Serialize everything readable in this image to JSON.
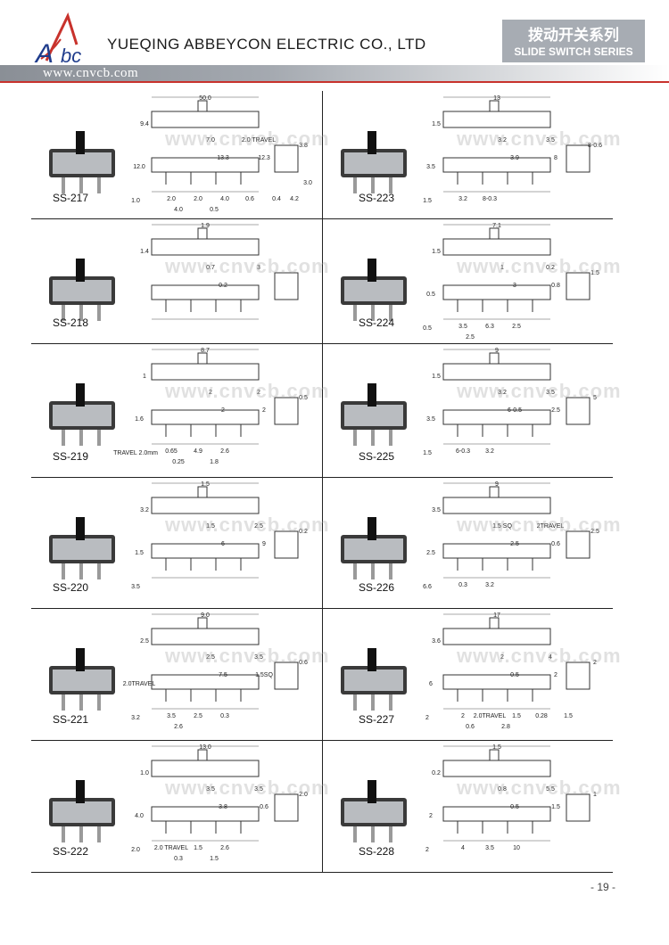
{
  "header": {
    "company": "YUEQING ABBEYCON ELECTRIC CO., LTD",
    "series_cn": "拨动开关系列",
    "series_en": "SLIDE SWITCH SERIES",
    "website": "www.cnvcb.com",
    "colors": {
      "accent_red": "#c8322c",
      "bar_gray": "#a7acb3",
      "logo_blue": "#1f3c8c"
    }
  },
  "watermark": "www.cnvcb.com",
  "products": [
    {
      "model": "SS-217",
      "dims": [
        "50.0",
        "9.4",
        "7.0",
        "2.0 TRAVEL",
        "13.3",
        "12.3",
        "3.8",
        "12.0",
        "1.0",
        "2.0",
        "2.0",
        "4.0",
        "4.0",
        "0.5",
        "0.6",
        "0.4",
        "4.2",
        "3.0"
      ]
    },
    {
      "model": "SS-223",
      "dims": [
        "13",
        "1.5",
        "3.2",
        "3.5",
        "3.9",
        "8",
        "8-0.6",
        "3.5",
        "1.5",
        "3.2",
        "8-0.3"
      ]
    },
    {
      "model": "SS-218",
      "dims": [
        "1.9",
        "1.4",
        "0.7",
        "3",
        "0.2"
      ]
    },
    {
      "model": "SS-224",
      "dims": [
        "7.1",
        "1.5",
        "1",
        "0.2",
        "3",
        "0.8",
        "1.5",
        "0.5",
        "0.5",
        "3.5",
        "6.3",
        "2.5",
        "2.5"
      ]
    },
    {
      "model": "SS-219",
      "dims": [
        "8.7",
        "1",
        "2",
        "2",
        "2",
        "2",
        "0.5",
        "1.6",
        "TRAVEL 2.0mm",
        "0.65",
        "4.9",
        "2.6",
        "0.25",
        "1.8"
      ]
    },
    {
      "model": "SS-225",
      "dims": [
        "9",
        "1.5",
        "3.2",
        "3.5",
        "6-0.5",
        "2.5",
        "5",
        "3.5",
        "1.5",
        "6-0.3",
        "3.2"
      ]
    },
    {
      "model": "SS-220",
      "dims": [
        "1.5",
        "3.2",
        "1.5",
        "2.5",
        "6",
        "9",
        "0.2",
        "1.5",
        "3.5"
      ]
    },
    {
      "model": "SS-226",
      "dims": [
        "9",
        "3.5",
        "1.5 SQ",
        "2TRAVEL",
        "2.5",
        "0.6",
        "2.5",
        "2.5",
        "6.6",
        "0.3",
        "3.2"
      ]
    },
    {
      "model": "SS-221",
      "dims": [
        "9.0",
        "2.5",
        "2.5",
        "3.5",
        "7.5",
        "1.5SQ",
        "0.6",
        "2.0TRAVEL",
        "3.2",
        "3.5",
        "2.5",
        "0.3",
        "2.6"
      ]
    },
    {
      "model": "SS-227",
      "dims": [
        "17",
        "3.6",
        "2",
        "4",
        "0.5",
        "2",
        "2",
        "6",
        "2",
        "2",
        "2.0TRAVEL",
        "1.5",
        "0.6",
        "2.8",
        "0.28",
        "1.5"
      ]
    },
    {
      "model": "SS-222",
      "dims": [
        "13.0",
        "1.0",
        "3.5",
        "3.5",
        "3.8",
        "0.6",
        "2.0",
        "4.0",
        "2.0",
        "2.0 TRAVEL",
        "1.5",
        "2.6",
        "0.3",
        "1.5"
      ]
    },
    {
      "model": "SS-228",
      "dims": [
        "1.5",
        "0.2",
        "0.8",
        "5.5",
        "0.5",
        "1.5",
        "1",
        "2",
        "2",
        "4",
        "3.5",
        "10"
      ]
    }
  ],
  "page_number": "- 19 -"
}
